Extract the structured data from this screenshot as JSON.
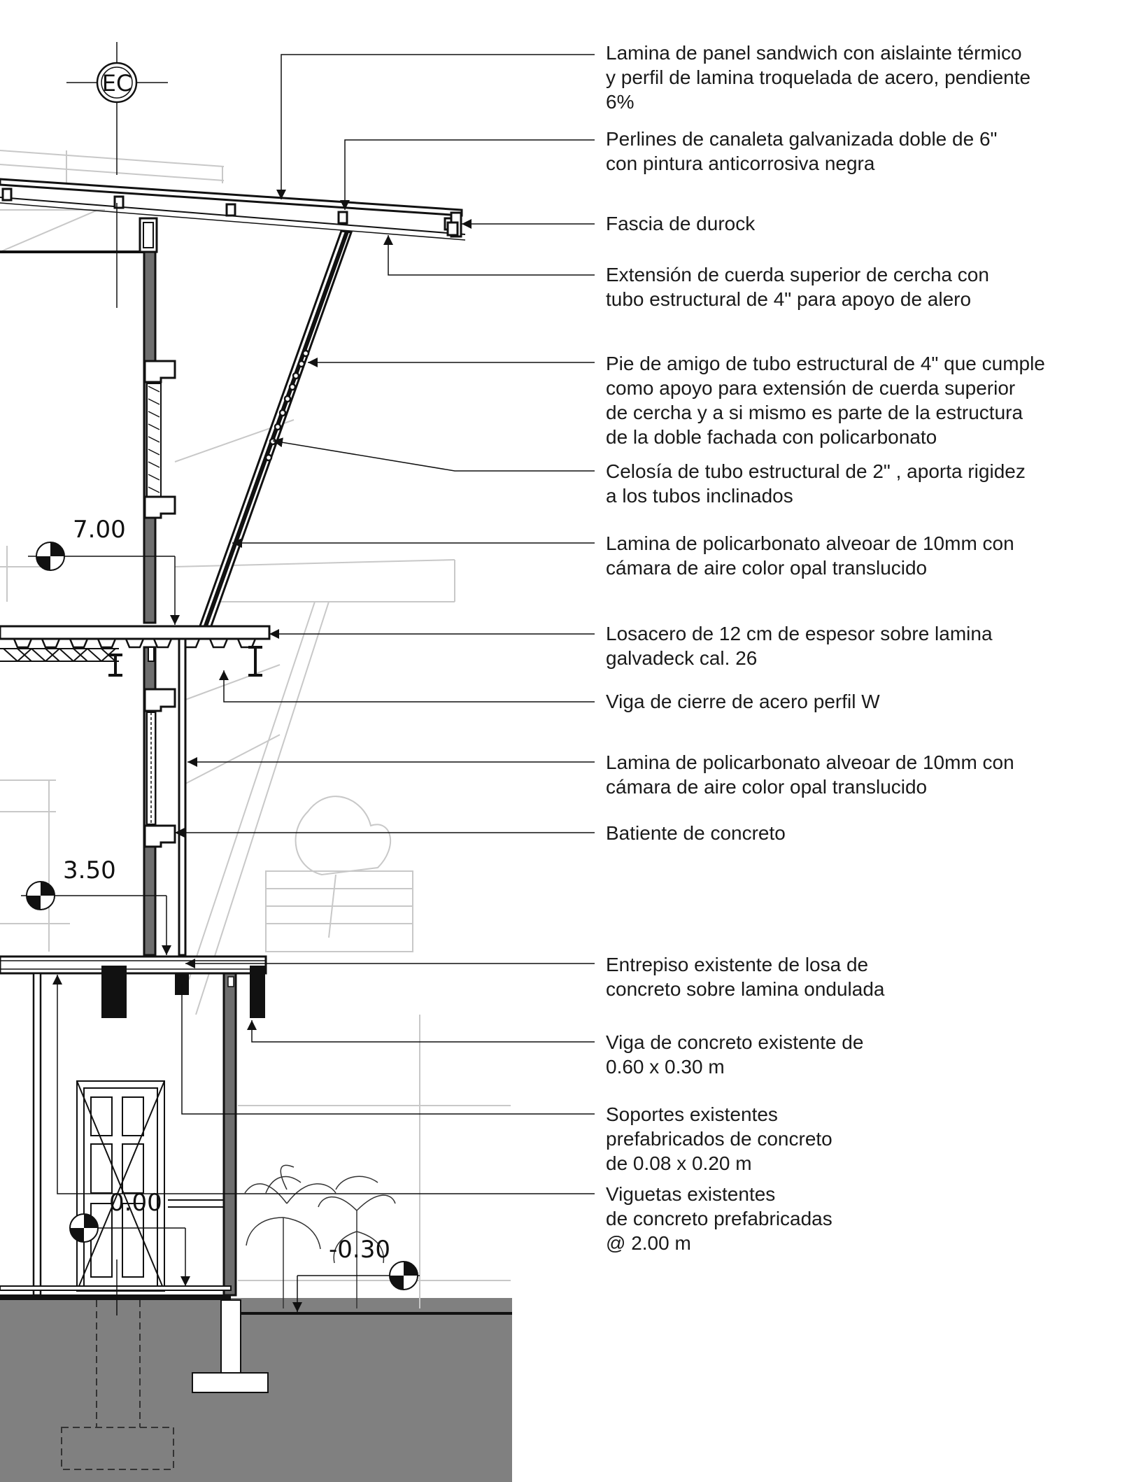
{
  "section_tag": "EC",
  "levels": {
    "l700": "7.00",
    "l350": "3.50",
    "l000": "0.00",
    "lm030": "-0.30"
  },
  "annotations": [
    "Lamina de panel sandwich con aislainte térmico\ny perfil de lamina troquelada de acero, pendiente\n6%",
    "Perlines de canaleta galvanizada doble de 6\"\ncon pintura anticorrosiva negra",
    "Fascia de durock",
    "Extensión de cuerda superior de cercha con\ntubo estructural de 4\" para apoyo de alero",
    "Pie de amigo de tubo estructural de 4\" que cumple\ncomo apoyo para extensión de cuerda superior\nde cercha y a si mismo es parte de la estructura\nde la doble fachada con policarbonato",
    " Celosía de tubo estructural de 2\" , aporta rigidez\na los tubos inclinados",
    "Lamina de policarbonato alveoar de 10mm con\ncámara de aire color opal translucido",
    "Losacero de 12 cm de espesor sobre lamina\ngalvadeck cal. 26",
    "Viga de cierre de acero perfil W",
    "Lamina de policarbonato alveoar de 10mm con\ncámara de aire color opal translucido",
    "Batiente de concreto",
    "Entrepiso existente de losa de\nconcreto sobre lamina ondulada",
    "Viga de concreto existente de\n0.60 x 0.30 m",
    "Soportes existentes\nprefabricados de concreto\nde 0.08 x 0.20 m",
    "Viguetas existentes\nde concreto prefabricadas\n@ 2.00 m"
  ],
  "colors": {
    "ink": "#111111",
    "ground": "#808080",
    "ghost": "#c8c8c8",
    "wall": "#6e6e6e"
  }
}
